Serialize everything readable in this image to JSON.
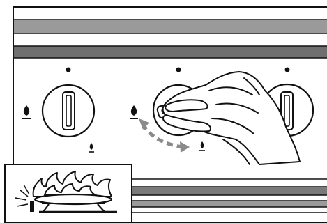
{
  "illustration": {
    "subject": "stove-control-panel",
    "colors": {
      "stroke": "#111111",
      "panel_band": "#8c8c8c",
      "panel_band_dark": "#6e6e6e",
      "arrow": "#8a8a8a",
      "background": "#ffffff"
    },
    "knobs": [
      {
        "id": "left",
        "state": "off"
      },
      {
        "id": "center",
        "state": "being-turned"
      },
      {
        "id": "right",
        "state": "off"
      }
    ],
    "inset": {
      "subject": "burner-flame-ignition"
    }
  }
}
